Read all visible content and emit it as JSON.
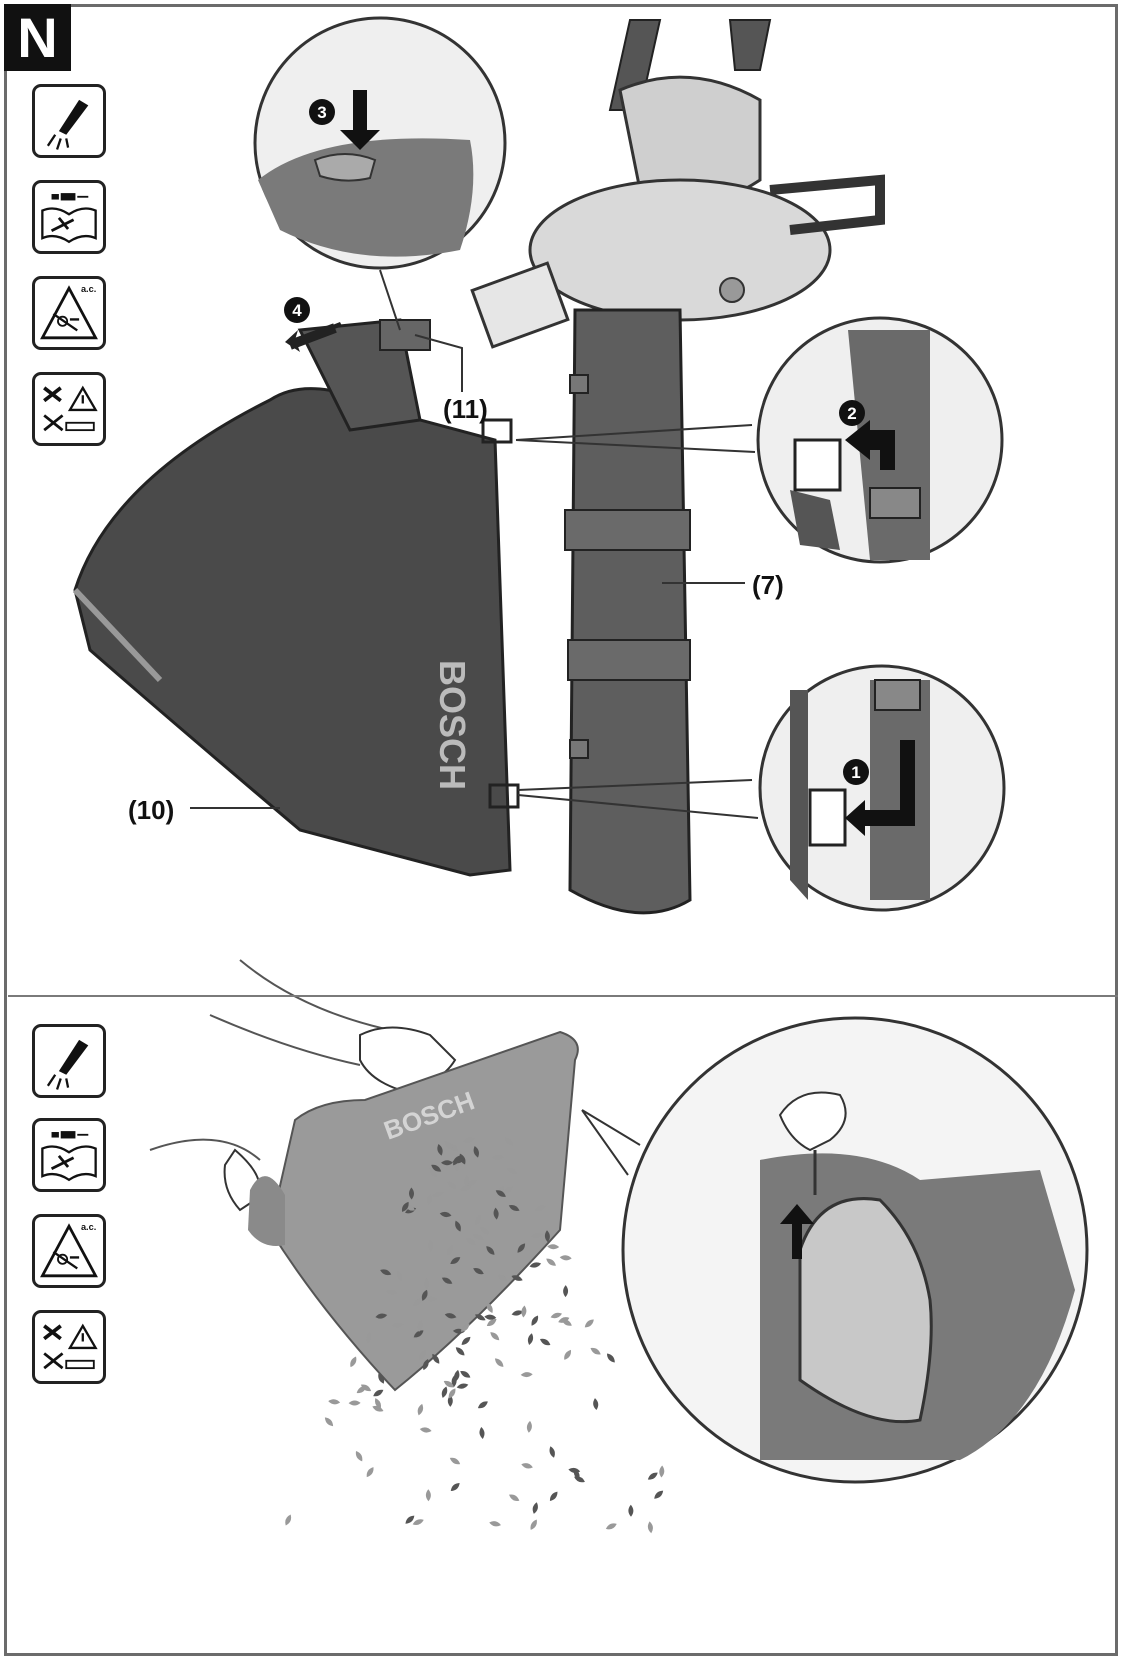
{
  "section_letter": "N",
  "top_panel": {
    "callouts": {
      "label_11": "(11)",
      "label_7": "(7)",
      "label_10": "(10)"
    },
    "steps": {
      "step_1": "1",
      "step_2": "2",
      "step_3": "3",
      "step_4": "4"
    },
    "brand_on_bag": "BOSCH",
    "icons": [
      "wear-gloves-icon",
      "read-manual-icon",
      "unplug-ac-warning-icon",
      "no-brush-warning-icon"
    ]
  },
  "bottom_panel": {
    "brand_on_bag": "BOSCH",
    "icons": [
      "wear-gloves-icon",
      "read-manual-icon",
      "unplug-ac-warning-icon",
      "no-brush-warning-icon"
    ]
  },
  "icon_texts": {
    "ac_mark": "a.c."
  },
  "colors": {
    "bag_dark": "#4a4a4a",
    "bag_light": "#9a9a9a",
    "tube": "#5e5e5e",
    "outline": "#222222"
  }
}
